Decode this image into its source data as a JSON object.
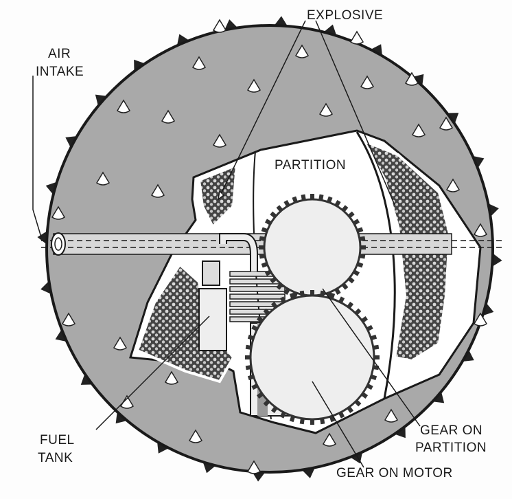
{
  "diagram": {
    "labels": {
      "explosive": "EXPLOSIVE",
      "air_intake_1": "AIR",
      "air_intake_2": "INTAKE",
      "partition": "PARTITION",
      "fuel_tank_1": "FUEL",
      "fuel_tank_2": "TANK",
      "gear_partition_1": "GEAR ON",
      "gear_partition_2": "PARTITION",
      "gear_motor": "GEAR ON MOTOR"
    },
    "colors": {
      "shell": "#a9a9a9",
      "outline": "#1a1a1a",
      "explosive": "#5a5a5a",
      "interior": "#ffffff"
    }
  }
}
